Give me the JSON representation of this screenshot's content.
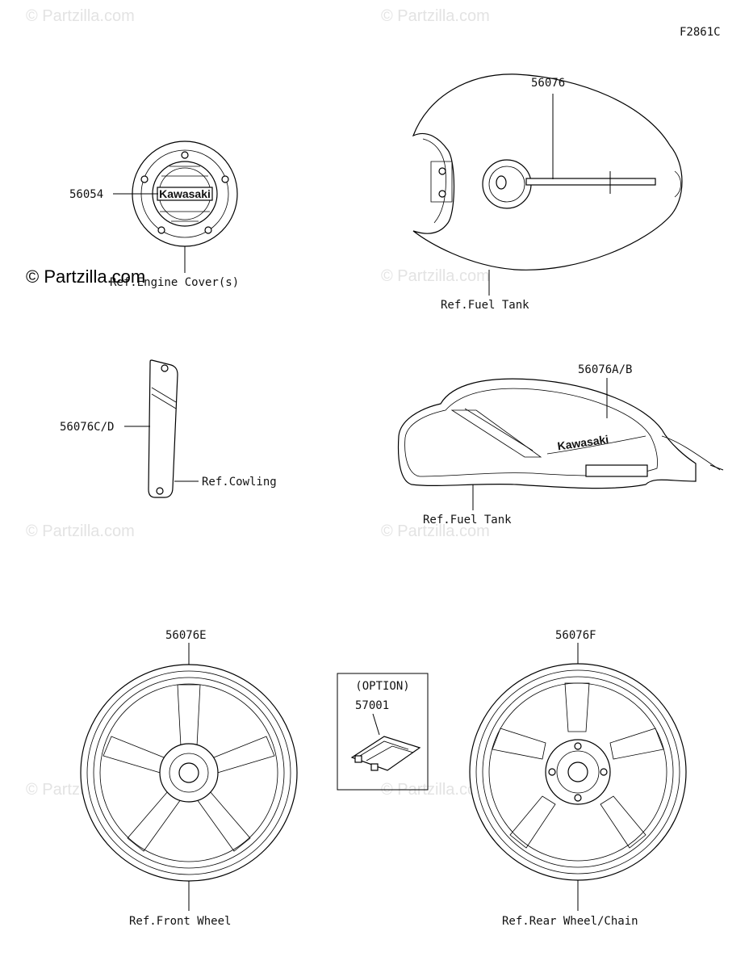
{
  "diagram_code": "F2861C",
  "copyright_notice": "© Partzilla.com",
  "watermark_text": "© Partzilla.com",
  "parts": {
    "engine_cover_emblem": {
      "number": "56054",
      "ref": "Ref.Engine Cover(s)",
      "logo": "Kawasaki"
    },
    "tank_cap_label": {
      "number": "56076",
      "ref": "Ref.Fuel Tank"
    },
    "cowling_decal": {
      "number": "56076C/D",
      "ref": "Ref.Cowling"
    },
    "tank_side_decal": {
      "number": "56076A/B",
      "ref": "Ref.Fuel Tank",
      "logo": "Kawasaki"
    },
    "front_wheel_decal": {
      "number": "56076E",
      "ref": "Ref.Front Wheel"
    },
    "rear_wheel_decal": {
      "number": "56076F",
      "ref": "Ref.Rear Wheel/Chain"
    },
    "option_part": {
      "heading": "(OPTION)",
      "number": "57001"
    }
  }
}
